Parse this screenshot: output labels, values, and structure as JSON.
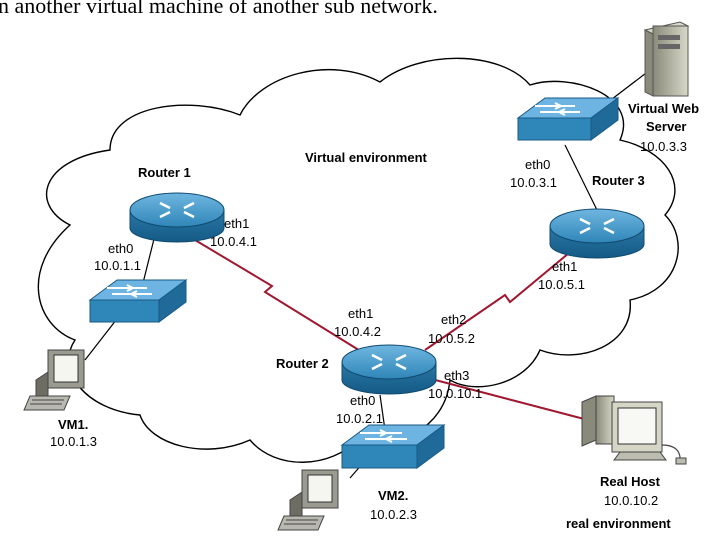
{
  "caption": "n another virtual machine of another sub network.",
  "env": {
    "virtual": "Virtual environment",
    "real": "real environment"
  },
  "router1": {
    "name": "Router 1",
    "eth0": "eth0",
    "eth0_ip": "10.0.1.1",
    "eth1": "eth1",
    "eth1_ip": "10.0.4.1"
  },
  "router2": {
    "name": "Router 2",
    "eth1": "eth1",
    "eth1_ip": "10.0.4.2",
    "eth2": "eth2",
    "eth2_ip": "10.0.5.2",
    "eth3": "eth3",
    "eth3_ip": "10.0.10.1",
    "eth0": "eth0",
    "eth0_ip": "10.0.2.1"
  },
  "router3": {
    "name": "Router 3",
    "eth0": "eth0",
    "eth0_ip": "10.0.3.1",
    "eth1": "eth1",
    "eth1_ip": "10.0.5.1"
  },
  "webserver": {
    "name_line1": "Virtual Web",
    "name_line2": "Server",
    "ip": "10.0.3.3"
  },
  "vm1": {
    "name": "VM1.",
    "ip": "10.0.1.3"
  },
  "vm2": {
    "name": "VM2.",
    "ip": "10.0.2.3"
  },
  "realhost": {
    "name": "Real Host",
    "ip": "10.0.10.2"
  },
  "colors": {
    "router_blue": "#2f86b8",
    "switch_blue": "#3d8fc4",
    "serial_link": "#a01830",
    "cloud_line": "#000000"
  }
}
